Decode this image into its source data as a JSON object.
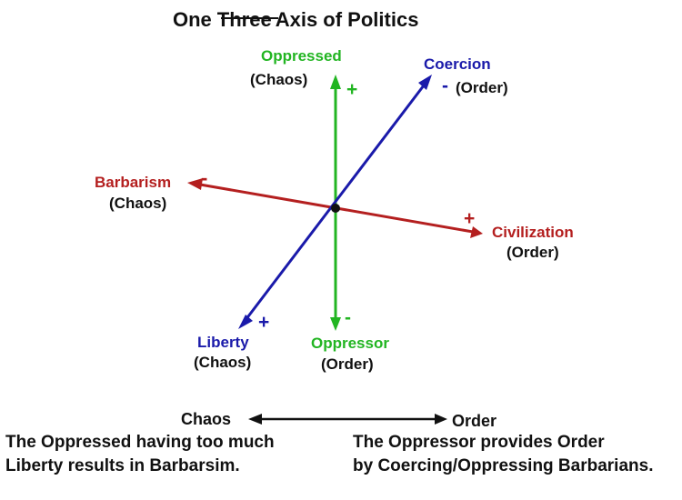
{
  "title": {
    "one": "One",
    "struck": "Three",
    "rest": "Axis of Politics"
  },
  "colors": {
    "green": "#22b522",
    "blue": "#1a1aaa",
    "red": "#b41f1f",
    "black": "#111111"
  },
  "axes": {
    "vertical": {
      "top_label": "Oppressed",
      "top_sub": "(Chaos)",
      "top_sign": "+",
      "bottom_label": "Oppressor",
      "bottom_sub": "(Order)",
      "bottom_sign": "-"
    },
    "horizontal": {
      "left_label": "Barbarism",
      "left_sub": "(Chaos)",
      "left_sign": "-",
      "right_label": "Civilization",
      "right_sub": "(Order)",
      "right_sign": "+"
    },
    "diagonal": {
      "top_label": "Coercion",
      "top_sign": "-",
      "top_sub": "(Order)",
      "bottom_label": "Liberty",
      "bottom_sub": "(Chaos)",
      "bottom_sign": "+"
    }
  },
  "scale": {
    "left": "Chaos",
    "right": "Order"
  },
  "captions": {
    "left": [
      "The Oppressed having too much",
      "Liberty results in Barbarsim."
    ],
    "right": [
      "The Oppressor provides Order",
      "by Coercing/Oppressing Barbarians."
    ]
  }
}
